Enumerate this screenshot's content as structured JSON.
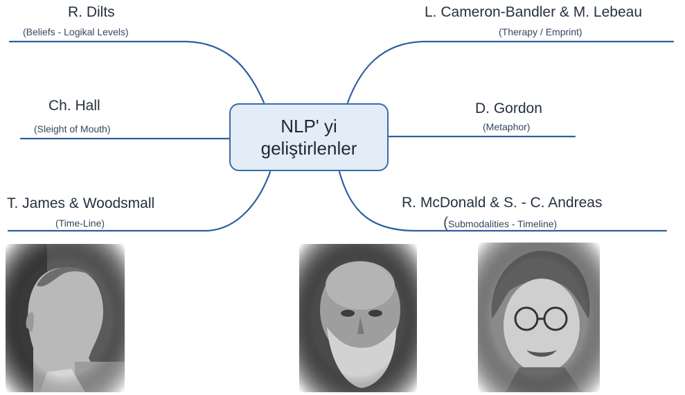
{
  "center": {
    "line1": "NLP' yi",
    "line2": "geliştirlenler"
  },
  "branches": {
    "top_left": {
      "name": "R. Dilts",
      "sub": "(Beliefs - Logikal Levels)"
    },
    "mid_left": {
      "name": "Ch. Hall",
      "sub": "(Sleight of Mouth)"
    },
    "bottom_left": {
      "name": "T. James & Woodsmall",
      "sub": "(Time-Line)"
    },
    "top_right": {
      "name": "L. Cameron-Bandler & M. Lebeau",
      "sub": "(Therapy / Emprint)"
    },
    "mid_right": {
      "name": "D. Gordon",
      "sub": "(Metaphor)"
    },
    "bottom_right": {
      "name": "R. McDonald &  S. - C. Andreas",
      "sub_paren": "(",
      "sub": "Submodalities - Timeline)"
    }
  },
  "colors": {
    "line": "#2f5f9e",
    "box_fill": "#e3edf8",
    "box_border": "#3c6aa3"
  },
  "photos": [
    "portrait-man-profile",
    "portrait-bearded-old-man",
    "portrait-woman-glasses"
  ]
}
